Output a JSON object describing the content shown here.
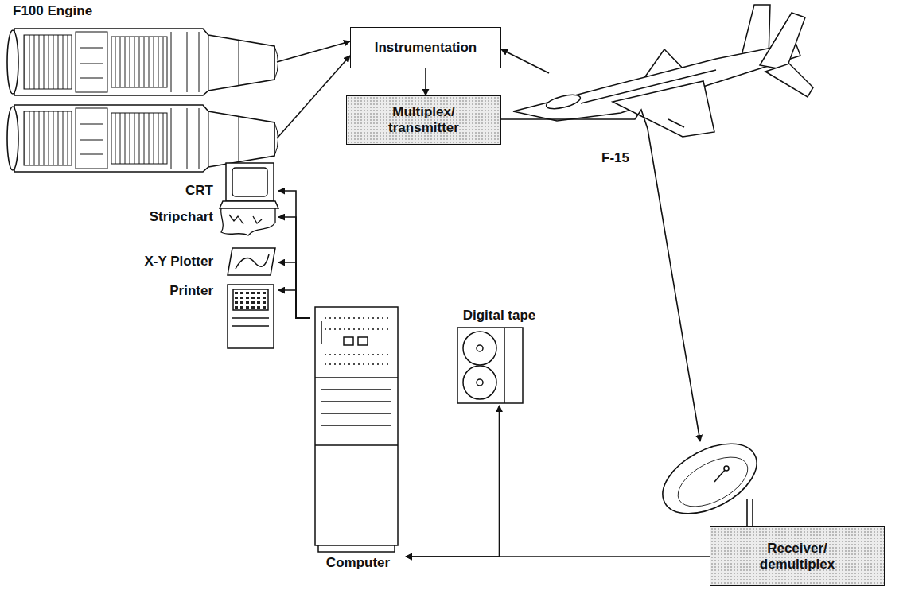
{
  "diagram": {
    "nodes": [
      {
        "text": [
          "F100 Engine"
        ]
      },
      {
        "text": [
          "Instrumentation"
        ]
      },
      {
        "text": [
          "F-15"
        ]
      },
      {
        "text": [
          "Multiplex/ transmitter"
        ]
      },
      {
        "text": [
          "CRT"
        ]
      },
      {
        "text": [
          "Stripchart"
        ]
      },
      {
        "text": [
          "Digital tape"
        ]
      },
      {
        "text": [
          "X-Y Plotter"
        ]
      },
      {
        "text": [
          "Printer"
        ]
      },
      {
        "text": [
          "Computer"
        ]
      },
      {
        "text": [
          "Receiver/ demultiplex"
        ]
      }
    ],
    "edges": [
      {
        "from": 0,
        "to": 1,
        "arrow": "to"
      },
      {
        "from": 0,
        "to": 1,
        "arrow": "to"
      },
      {
        "from": 2,
        "to": 1,
        "arrow": "to"
      },
      {
        "from": 1,
        "to": 3,
        "arrow": "to"
      },
      {
        "from": 3,
        "to": 10,
        "arrow": "to"
      },
      {
        "from": 10,
        "to": 9,
        "arrow": "to"
      },
      {
        "from": 6,
        "to": 9,
        "arrow": "both"
      },
      {
        "from": 9,
        "to": 4,
        "arrow": "to"
      },
      {
        "from": 9,
        "to": 5,
        "arrow": "to"
      },
      {
        "from": 9,
        "to": 7,
        "arrow": "to"
      },
      {
        "from": 9,
        "to": 8,
        "arrow": "to"
      }
    ]
  }
}
